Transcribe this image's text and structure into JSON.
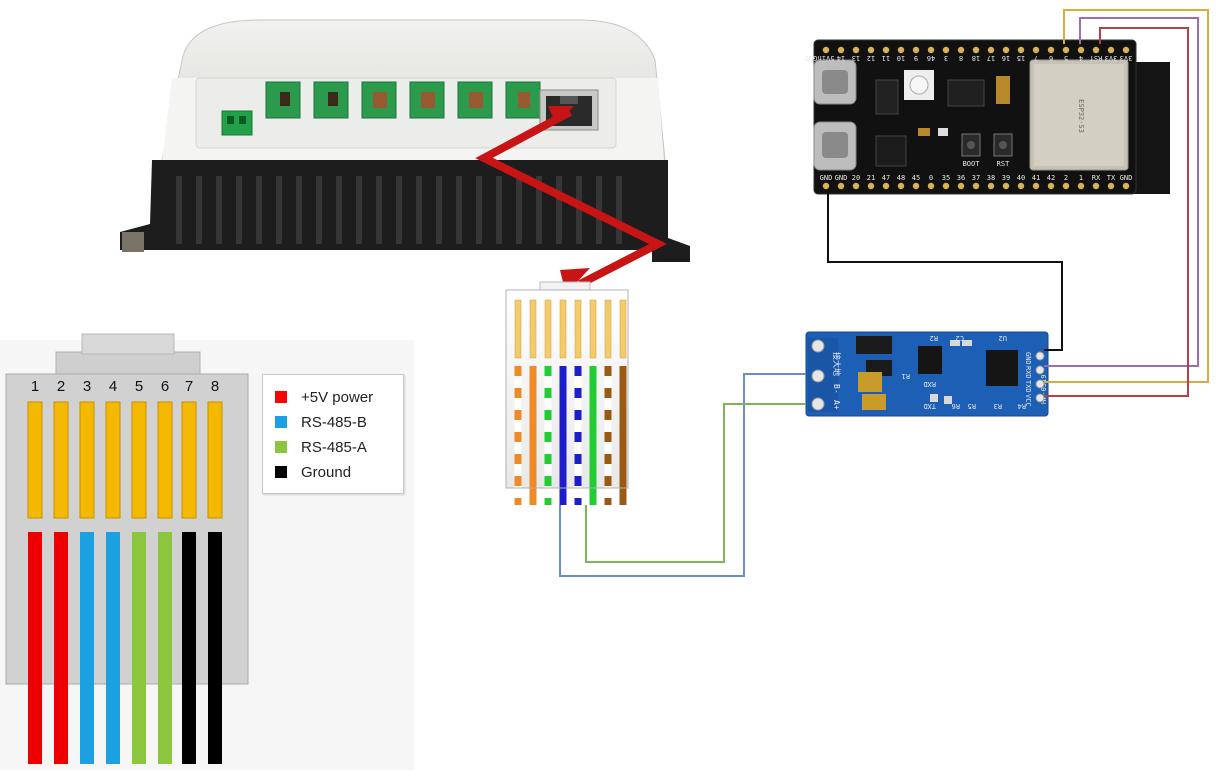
{
  "legend": {
    "items": [
      {
        "label": "+5V power",
        "color": "#ff0000"
      },
      {
        "label": "RS-485-B",
        "color": "#1ba1e2"
      },
      {
        "label": "RS-485-A",
        "color": "#8cc63f"
      },
      {
        "label": "Ground",
        "color": "#000000"
      }
    ]
  },
  "rj45_pinout": {
    "pin_numbers": [
      "1",
      "2",
      "3",
      "4",
      "5",
      "6",
      "7",
      "8"
    ]
  },
  "esp32_board": {
    "top_pins": [
      "3V3",
      "3V3",
      "RST",
      "4",
      "5",
      "6",
      "7",
      "15",
      "16",
      "17",
      "18",
      "8",
      "3",
      "46",
      "9",
      "10",
      "11",
      "12",
      "13",
      "14",
      "5Vin",
      "GND"
    ],
    "bottom_pins": [
      "GND",
      "GND",
      "20",
      "21",
      "47",
      "48",
      "45",
      "0",
      "35",
      "36",
      "37",
      "38",
      "39",
      "40",
      "41",
      "42",
      "2",
      "1",
      "RX",
      "TX",
      "GND"
    ],
    "module_label": "ESP32-S3",
    "button_boot": "BOOT",
    "button_rst": "RST"
  },
  "rs485_module": {
    "left_labels": [
      "接大地",
      "B-",
      "A+"
    ],
    "right_pins": [
      "GND",
      "RXD",
      "TXD",
      "VCC"
    ],
    "silk": [
      "R2",
      "C2",
      "U2",
      "RXD",
      "TXD",
      "R1",
      "R4",
      "R3",
      "R6",
      "R5",
      "HW-0519"
    ]
  }
}
